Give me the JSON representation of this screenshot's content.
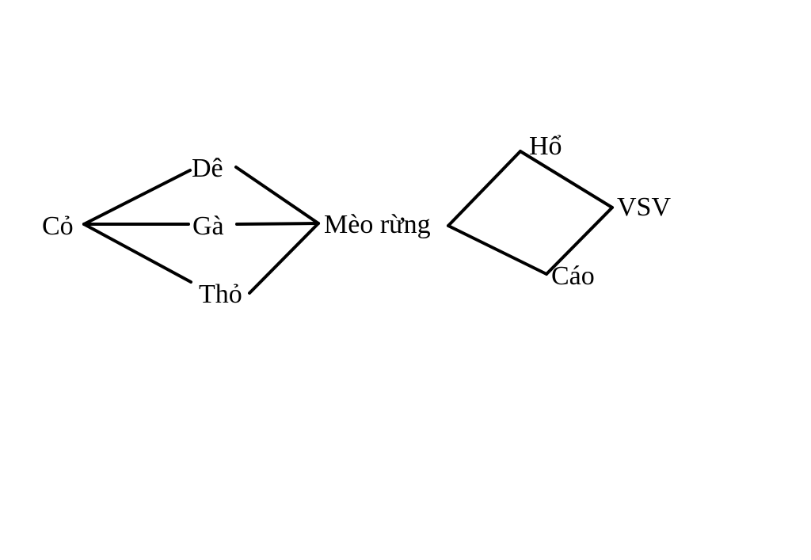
{
  "diagram": {
    "nodes": {
      "co": "Cỏ",
      "de": "Dê",
      "ga": "Gà",
      "tho": "Thỏ",
      "meo_rung": "Mèo rừng",
      "ho": "Hổ",
      "vsv": "VSV",
      "cao": "Cáo"
    },
    "edges": [
      [
        "co",
        "de"
      ],
      [
        "co",
        "ga"
      ],
      [
        "co",
        "tho"
      ],
      [
        "de",
        "meo_rung"
      ],
      [
        "ga",
        "meo_rung"
      ],
      [
        "tho",
        "meo_rung"
      ],
      [
        "meo_rung",
        "ho"
      ],
      [
        "meo_rung",
        "cao"
      ],
      [
        "ho",
        "vsv"
      ],
      [
        "cao",
        "vsv"
      ]
    ],
    "colors": {
      "line": "#000000",
      "text": "#000000",
      "background": "#ffffff"
    }
  }
}
